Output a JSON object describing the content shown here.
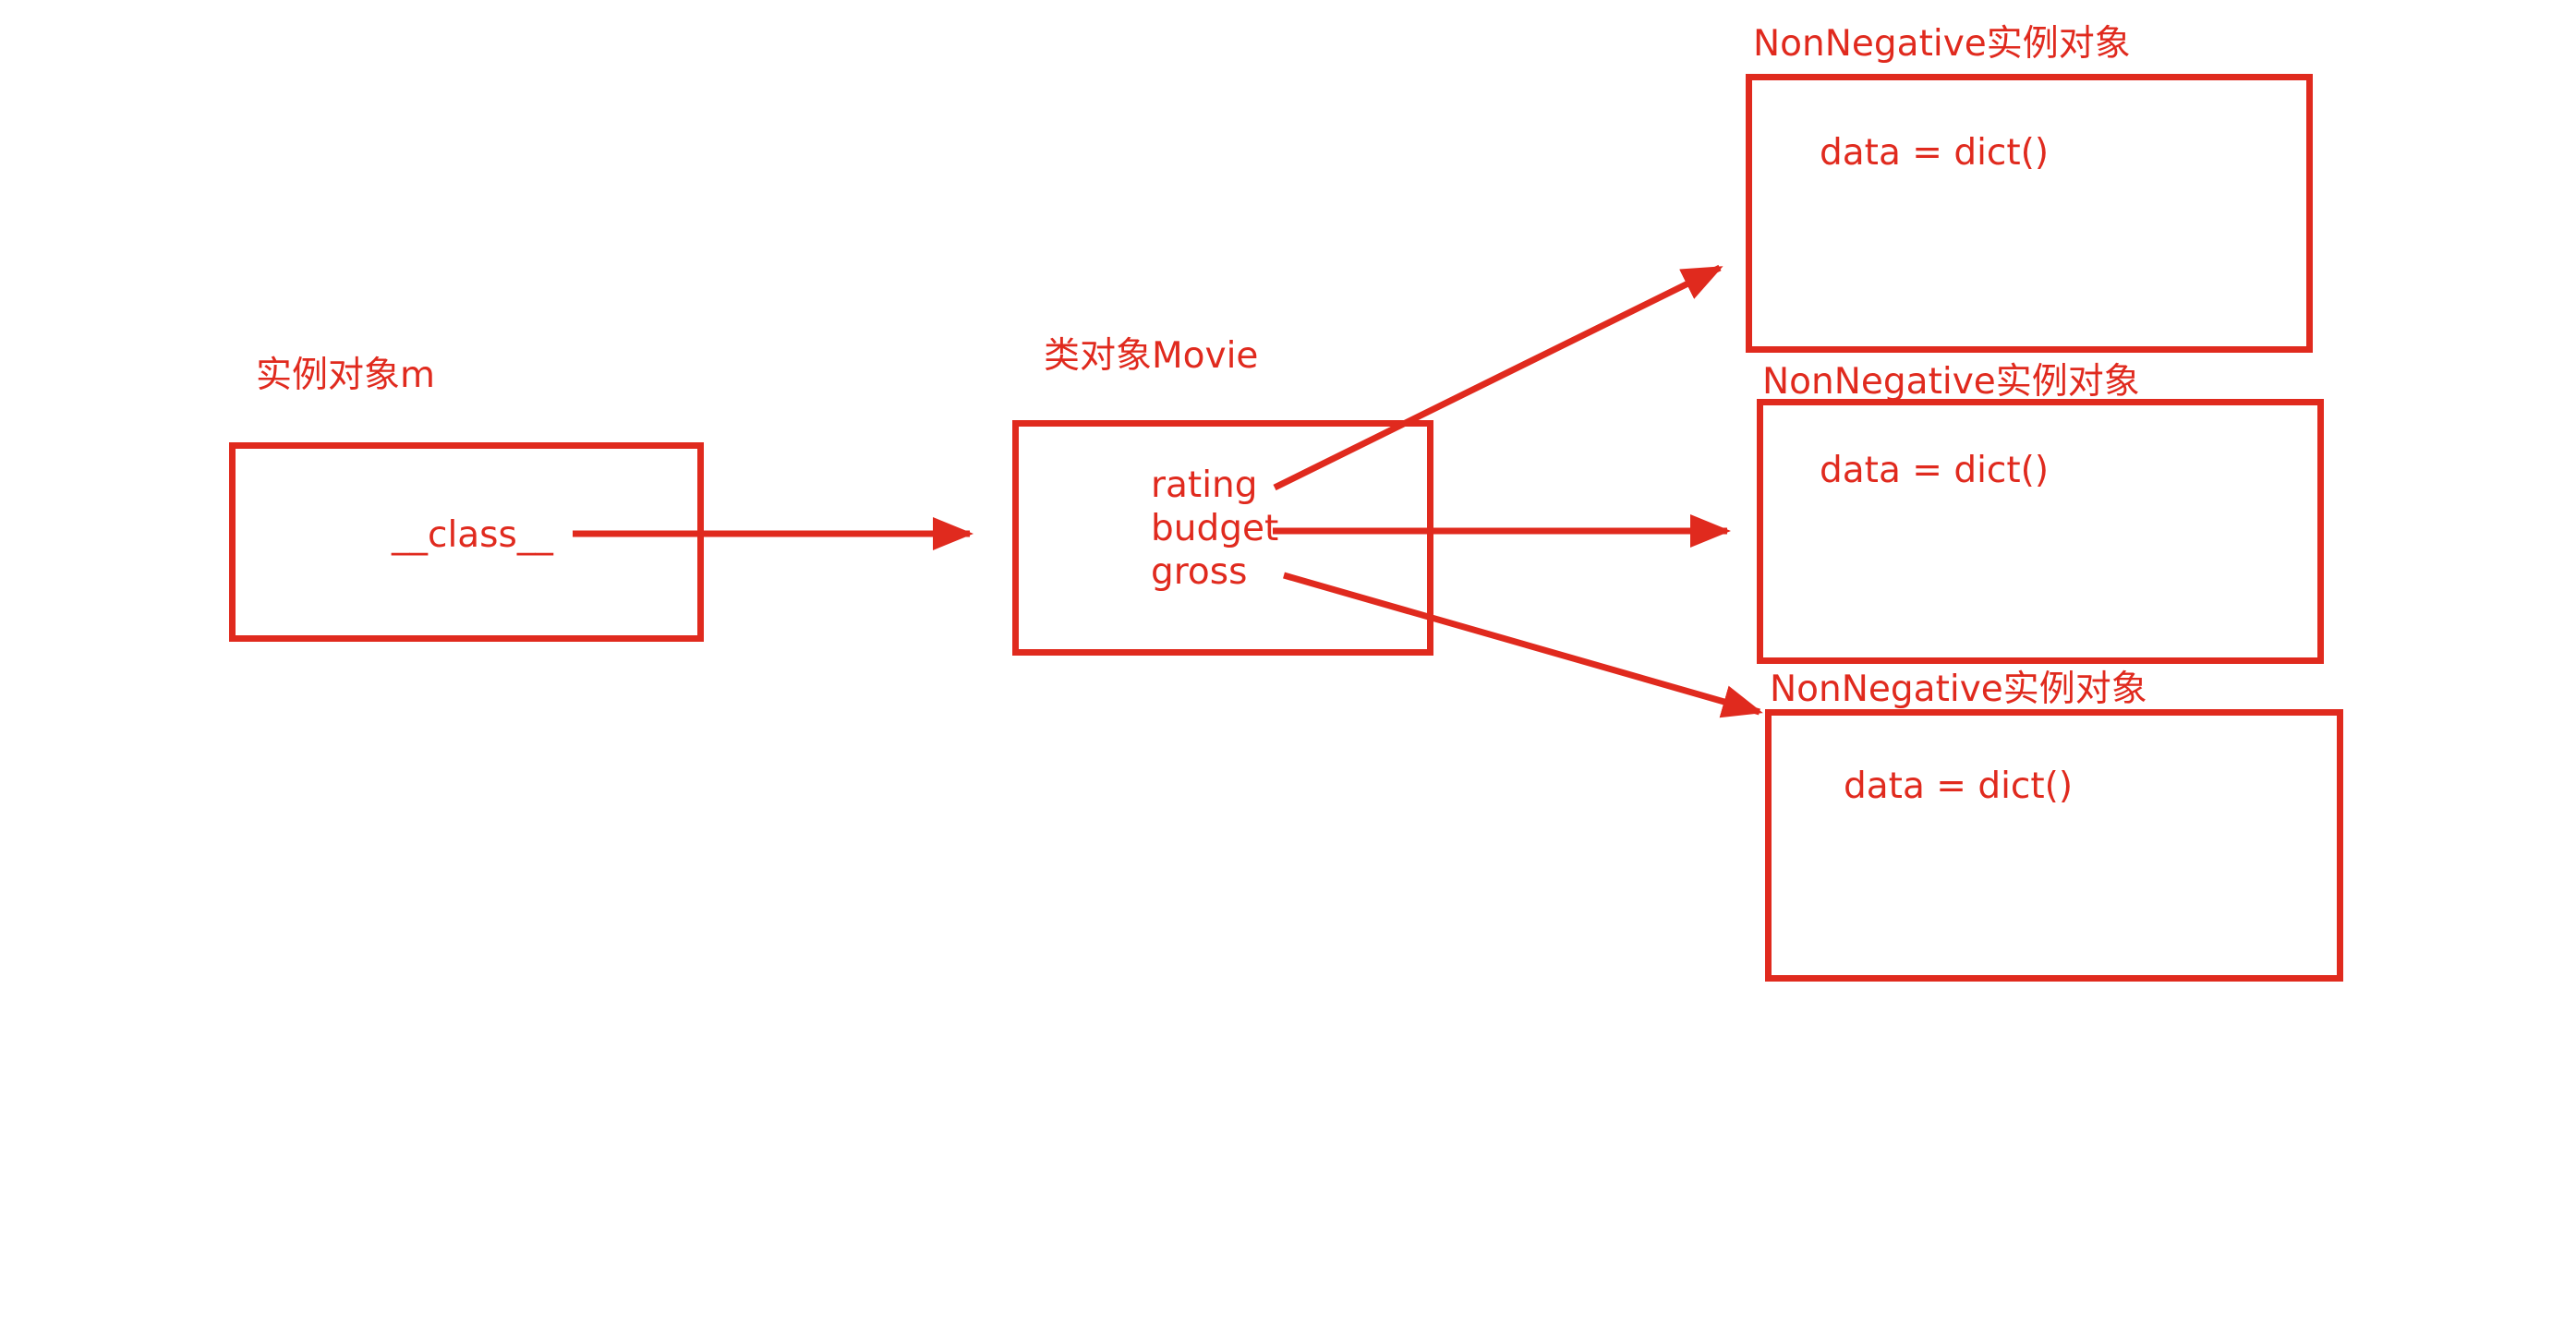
{
  "colors": {
    "accent": "#e02a1e",
    "background": "#ffffff"
  },
  "instance_m": {
    "title": "实例对象m",
    "field": "__class__"
  },
  "class_movie": {
    "title": "类对象Movie",
    "fields": [
      "rating",
      "budget",
      "gross"
    ]
  },
  "descriptors": [
    {
      "title": "NonNegative实例对象",
      "content": "data = dict()"
    },
    {
      "title": "NonNegative实例对象",
      "content": "data = dict()"
    },
    {
      "title": "NonNegative实例对象",
      "content": "data = dict()"
    }
  ]
}
